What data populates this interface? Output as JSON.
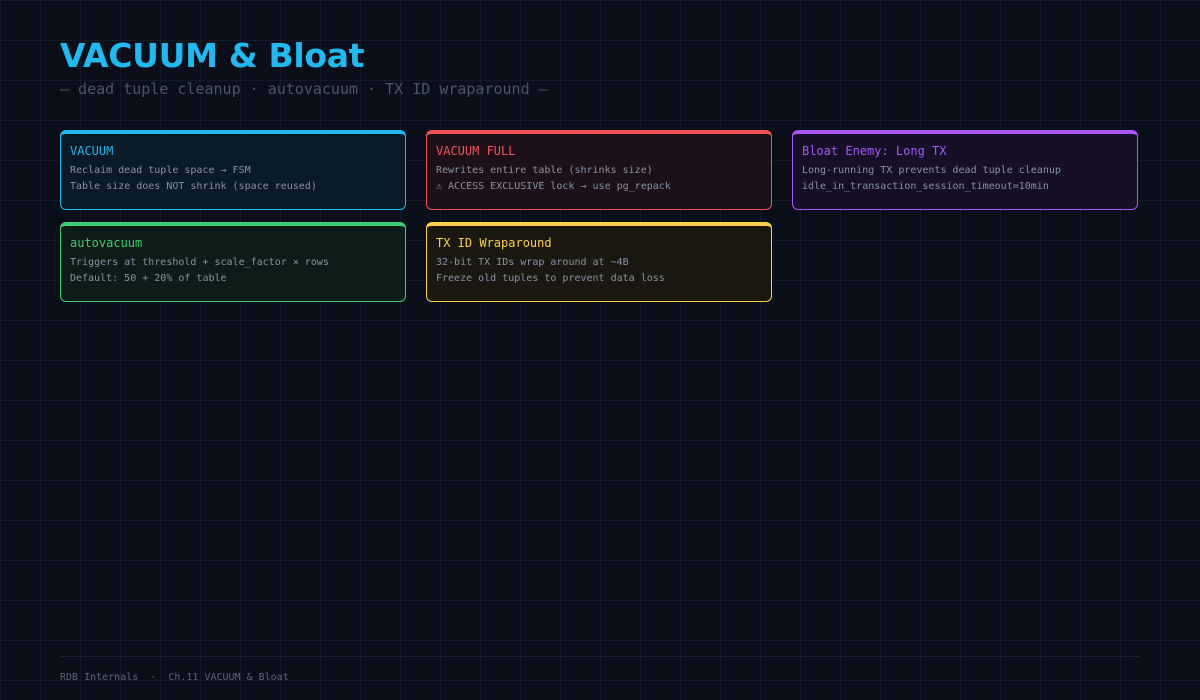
{
  "header": {
    "title": "VACUUM & Bloat",
    "subtitle": "— dead tuple cleanup · autovacuum · TX ID wraparound —"
  },
  "cards": [
    {
      "title": "VACUUM",
      "lines": [
        "Reclaim dead tuple space → FSM",
        "Table size does NOT shrink (space reused)"
      ],
      "accent": "#22b8f0",
      "background": "#0a1a26"
    },
    {
      "title": "VACUUM FULL",
      "lines": [
        "Rewrites entire table (shrinks size)",
        "⚠ ACCESS EXCLUSIVE lock → use pg_repack"
      ],
      "accent": "#f0525a",
      "background": "#1e1018"
    },
    {
      "title": "Bloat Enemy: Long TX",
      "lines": [
        "Long-running TX prevents dead tuple cleanup",
        "idle_in_transaction_session_timeout=10min"
      ],
      "accent": "#a855f7",
      "background": "#170f27"
    },
    {
      "title": "autovacuum",
      "lines": [
        "Triggers at threshold + scale_factor × rows",
        "Default: 50 + 20% of table"
      ],
      "accent": "#3ecf72",
      "background": "#0b1c19"
    },
    {
      "title": "TX ID Wraparound",
      "lines": [
        "32-bit TX IDs wrap around at ~4B",
        "Freeze old tuples to prevent data loss"
      ],
      "accent": "#fbd04d",
      "background": "#1b1812"
    }
  ],
  "footer": {
    "book": "RDB Internals",
    "separator": "·",
    "chapter": "Ch.11 VACUUM & Bloat"
  }
}
